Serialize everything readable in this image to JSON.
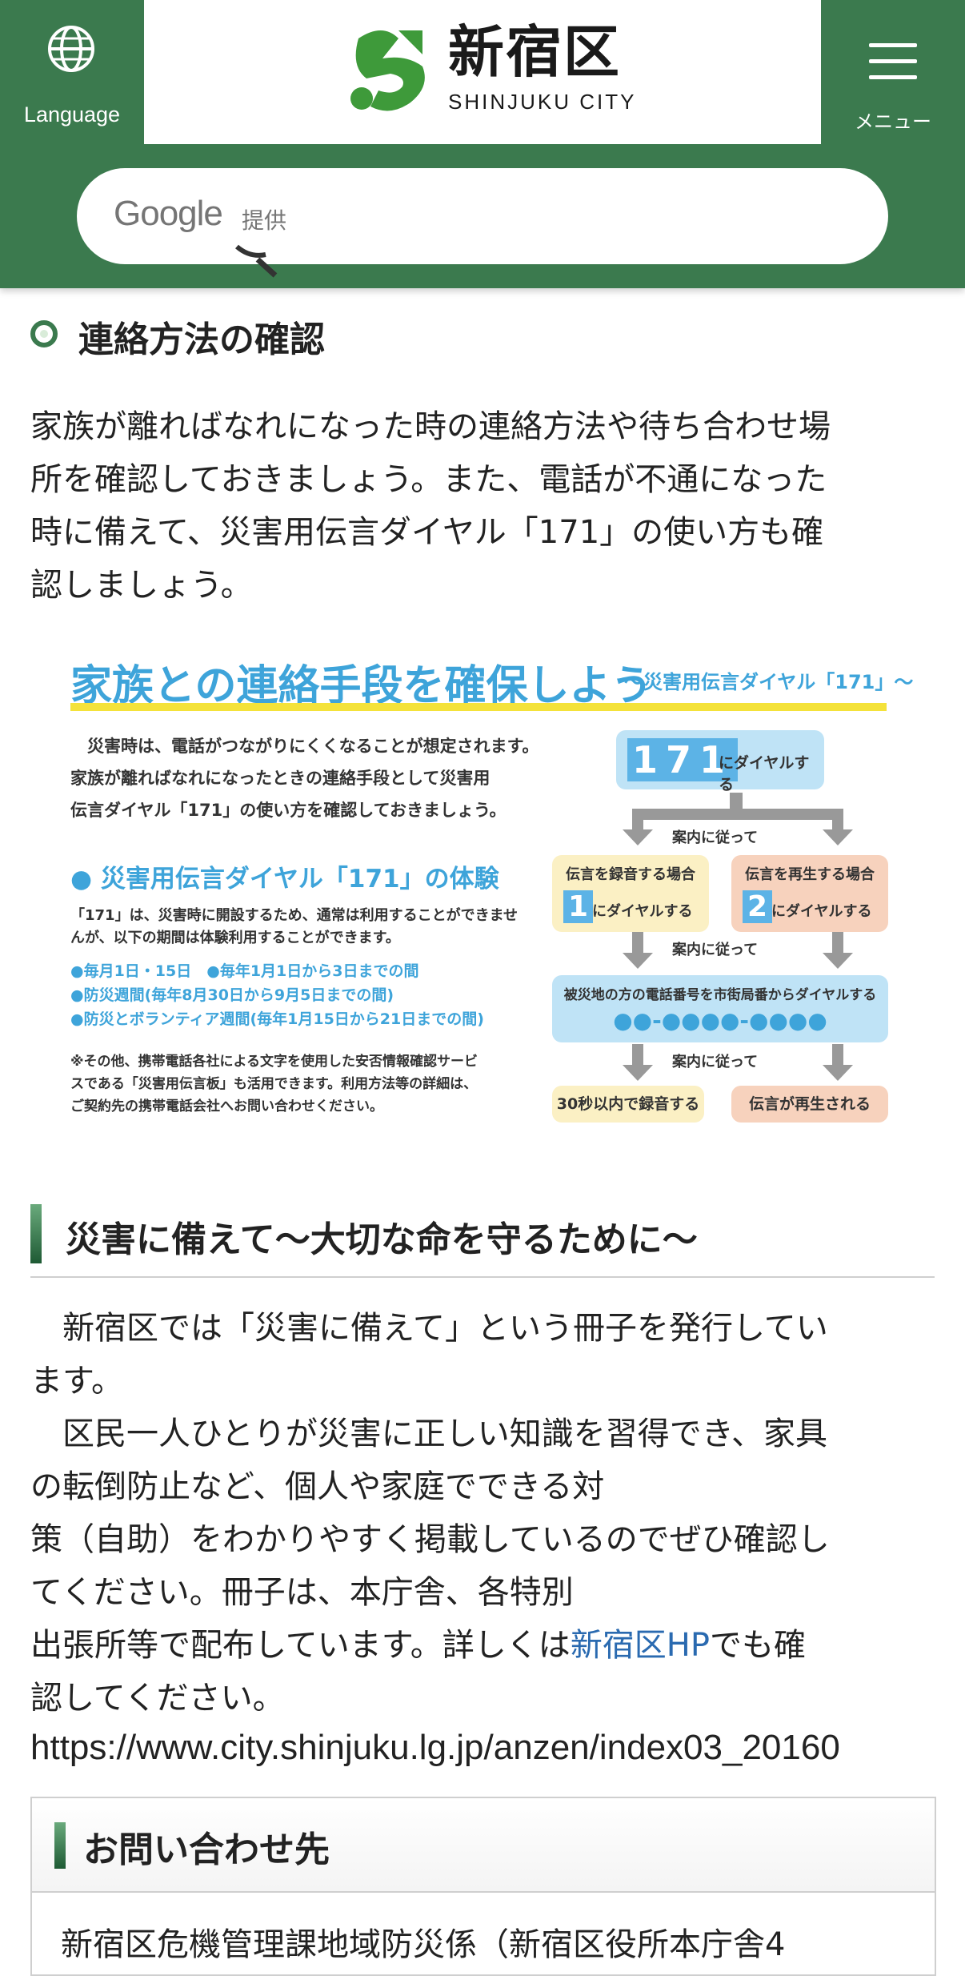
{
  "header": {
    "language_label": "Language",
    "logo_jp": "新宿区",
    "logo_en": "SHINJUKU CITY",
    "menu_label": "メニュー",
    "search_brand": "Google",
    "search_provided": "提供",
    "brand_color": "#3b7a4e"
  },
  "section1": {
    "heading": "連絡方法の確認",
    "lines": [
      "家族が離ればなれになった時の連絡方法や待ち合わせ場",
      "所を確認しておきましょう。また、電話が不通になった",
      "時に備えて、災害用伝言ダイヤル「171」の使い方も確",
      "認しましょう。"
    ]
  },
  "infographic": {
    "title": "家族との連絡手段を確保しよう",
    "subtitle": "～災害用伝言ダイヤル「171」～",
    "intro": [
      "　災害時は、電話がつながりにくくなることが想定されます。",
      "家族が離ればなれになったときの連絡手段として災害用",
      "伝言ダイヤル「171」の使い方を確認しておきましょう。"
    ],
    "experience_heading": "● 災害用伝言ダイヤル「171」の体験",
    "experience_text": [
      "「171」は、災害時に開設するため、通常は利用することができませ",
      "んが、以下の期間は体験利用することができます。"
    ],
    "periods": [
      "●毎月1日・15日　●毎年1月1日から3日までの間",
      "●防災週間(毎年8月30日から9月5日までの間)",
      "●防災とボランティア週間(毎年1月15日から21日までの間)"
    ],
    "note": [
      "※その他、携帯電話各社による文字を使用した安否情報確認サービ",
      "スである「災害用伝言板」も活用できます。利用方法等の詳細は、",
      "ご契約先の携帯電話会社へお問い合わせください。"
    ],
    "flow": {
      "dial_digits": "171",
      "dial_label": "にダイヤルする",
      "guide": "案内に従って",
      "record_line1": "伝言を録音する場合",
      "record_digit": "1",
      "record_line2": "にダイヤルする",
      "play_line1": "伝言を再生する場合",
      "play_digit": "2",
      "play_line2": "にダイヤルする",
      "area_line1": "被災地の方の電話番号を市街局番からダイヤルする",
      "area_line2": "●●-●●●●-●●●●",
      "record_end": "30秒以内で録音する",
      "play_end": "伝言が再生される"
    }
  },
  "section2": {
    "heading": "災害に備えて〜大切な命を守るために〜",
    "lines": [
      "　新宿区では「災害に備えて」という冊子を発行してい",
      "ます。",
      "　区民一人ひとりが災害に正しい知識を習得でき、家具",
      "の転倒防止など、個人や家庭でできる対",
      "策（自助）をわかりやすく掲載しているのでぜひ確認し",
      "てください。冊子は、本庁舎、各特別"
    ],
    "line7_before": "出張所等で配布しています。詳しくは",
    "link_text": "新宿区HP",
    "line7_after": "でも確",
    "line8": "認してください。",
    "url": "https://www.city.shinjuku.lg.jp/anzen/index03_20160"
  },
  "contact": {
    "title": "お問い合わせ先",
    "body": "新宿区危機管理課地域防災係（新宿区役所本庁舎4"
  }
}
